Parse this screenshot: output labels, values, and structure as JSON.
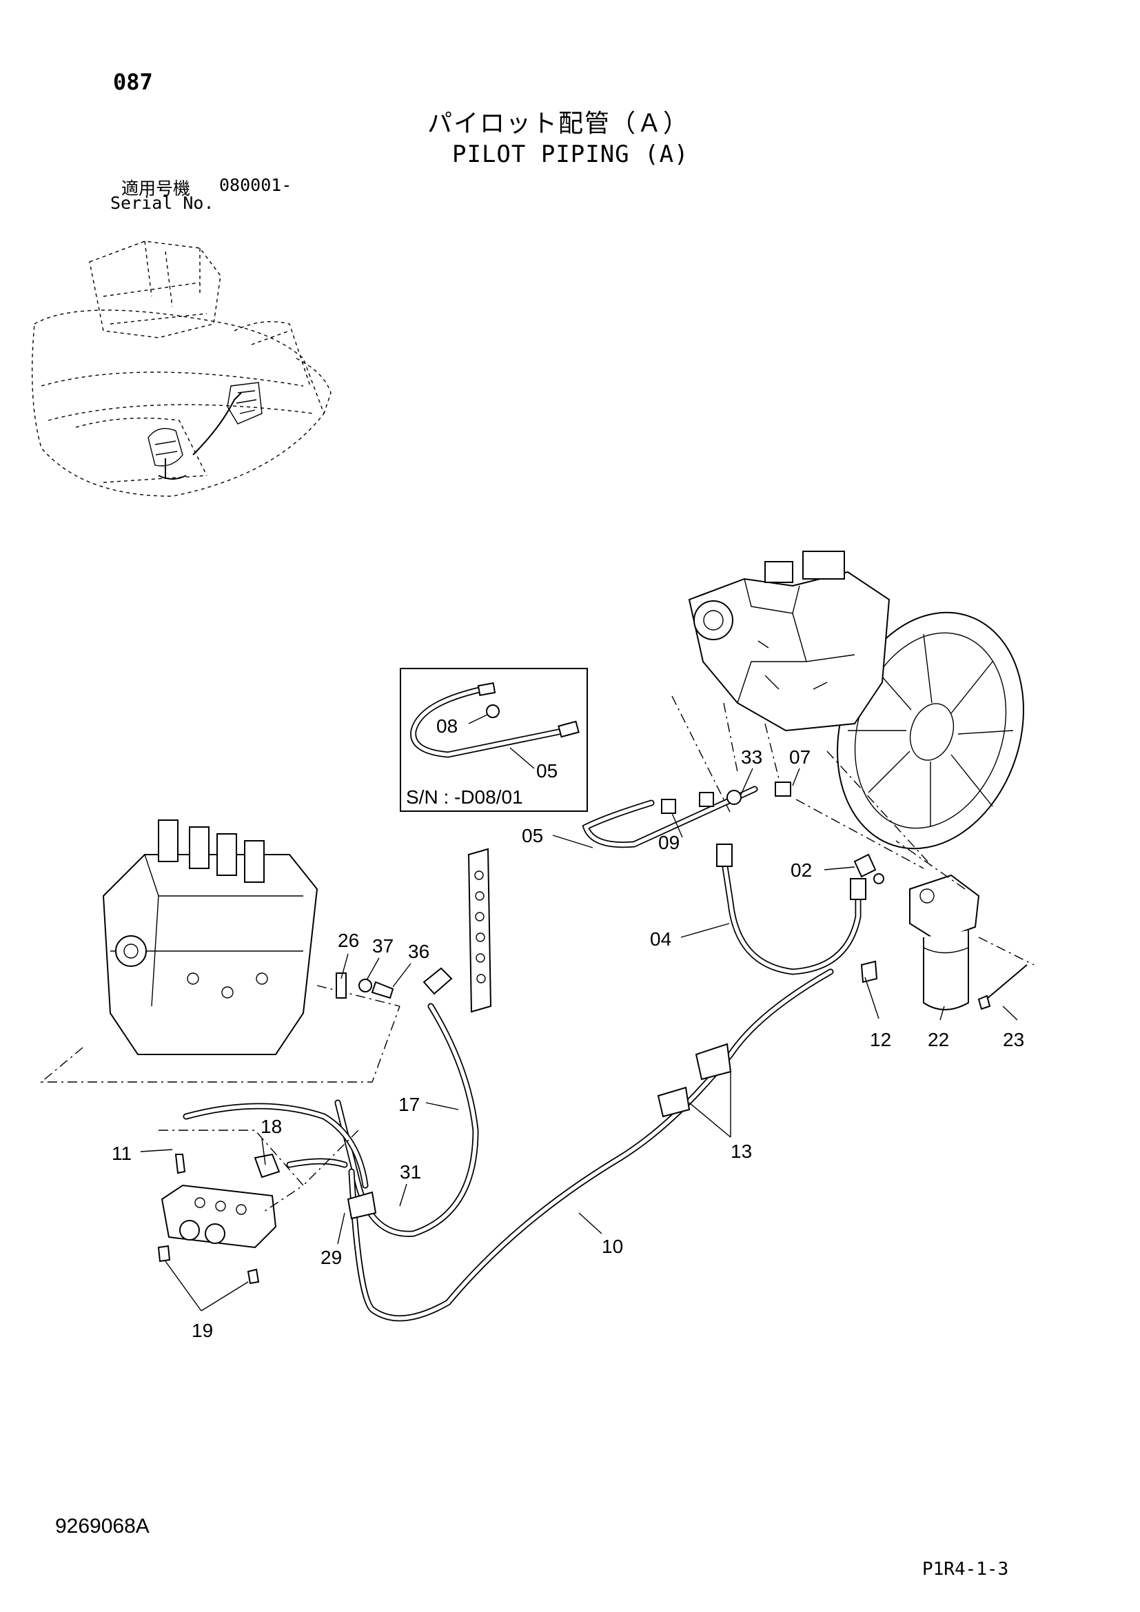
{
  "header": {
    "page_number": "087",
    "title_jp": "パイロット配管（Ａ）",
    "title_en": "PILOT PIPING (A)",
    "serial_label_jp": "適用号機",
    "serial_value": "080001-",
    "serial_label_en": "Serial No."
  },
  "inset": {
    "note": "S/N : -D08/01",
    "callouts": [
      "08",
      "05"
    ]
  },
  "callouts": {
    "c33": "33",
    "c07": "07",
    "c05": "05",
    "c09": "09",
    "c02": "02",
    "c04": "04",
    "c12": "12",
    "c22": "22",
    "c23": "23",
    "c26": "26",
    "c37": "37",
    "c36": "36",
    "c17": "17",
    "c18": "18",
    "c11": "11",
    "c31": "31",
    "c13": "13",
    "c10": "10",
    "c29": "29",
    "c19": "19"
  },
  "footer": {
    "doc_code": "9269068A",
    "sheet_code": "P1R4-1-3"
  }
}
